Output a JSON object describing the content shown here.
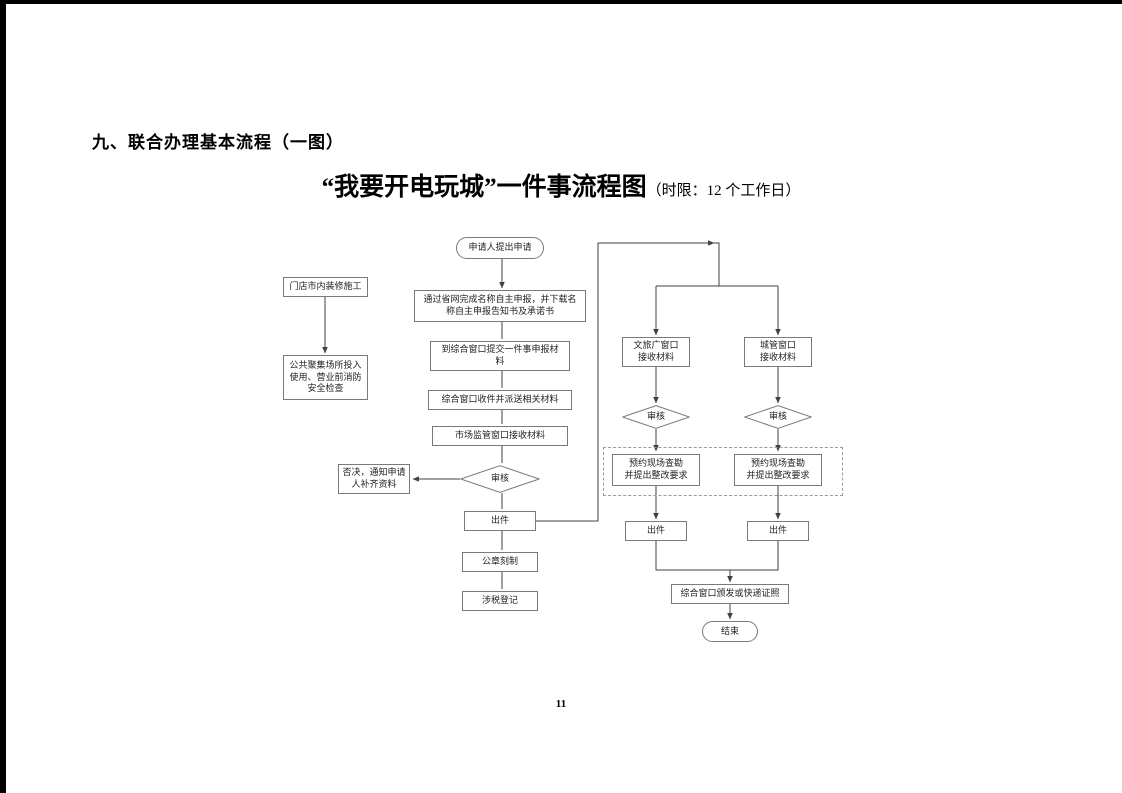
{
  "page": {
    "heading": "九、联合办理基本流程（一图）",
    "title": "“我要开电玩城”一件事流程图",
    "title_note": "（时限：12 个工作日）",
    "page_number": "11"
  },
  "colors": {
    "line": "#404040",
    "box_border": "#7a7a7a"
  },
  "flowchart": {
    "prep_branch": {
      "renovation": "门店市内装修施工",
      "fire_check": "公共聚集场所投入\n使用、营业前消防\n安全检查"
    },
    "main_branch": {
      "start": "申请人提出申请",
      "online_declaration": "通过省网完成名称自主申报，并下载名\n称自主申报告知书及承诺书",
      "submit_materials": "到综合窗口提交一件事申报材\n料",
      "receive_dispatch": "综合窗口收件并派送相关材料",
      "market_window": "市场监管窗口接收材料",
      "review": "审核",
      "reject": "否决，通知申请\n人补齐资料",
      "issue": "出件",
      "seal_making": "公章刻制",
      "tax_registration": "涉税登记"
    },
    "culture_branch": {
      "window": "文旅广窗口\n接收材料",
      "review": "审核",
      "site_survey": "预约现场查勘\n并提出整改要求",
      "issue": "出件"
    },
    "urban_branch": {
      "window": "城管窗口\n接收材料",
      "review": "审核",
      "site_survey": "预约现场查勘\n并提出整改要求",
      "issue": "出件"
    },
    "final": {
      "deliver": "综合窗口颁发或快递证照",
      "end": "结束"
    }
  }
}
